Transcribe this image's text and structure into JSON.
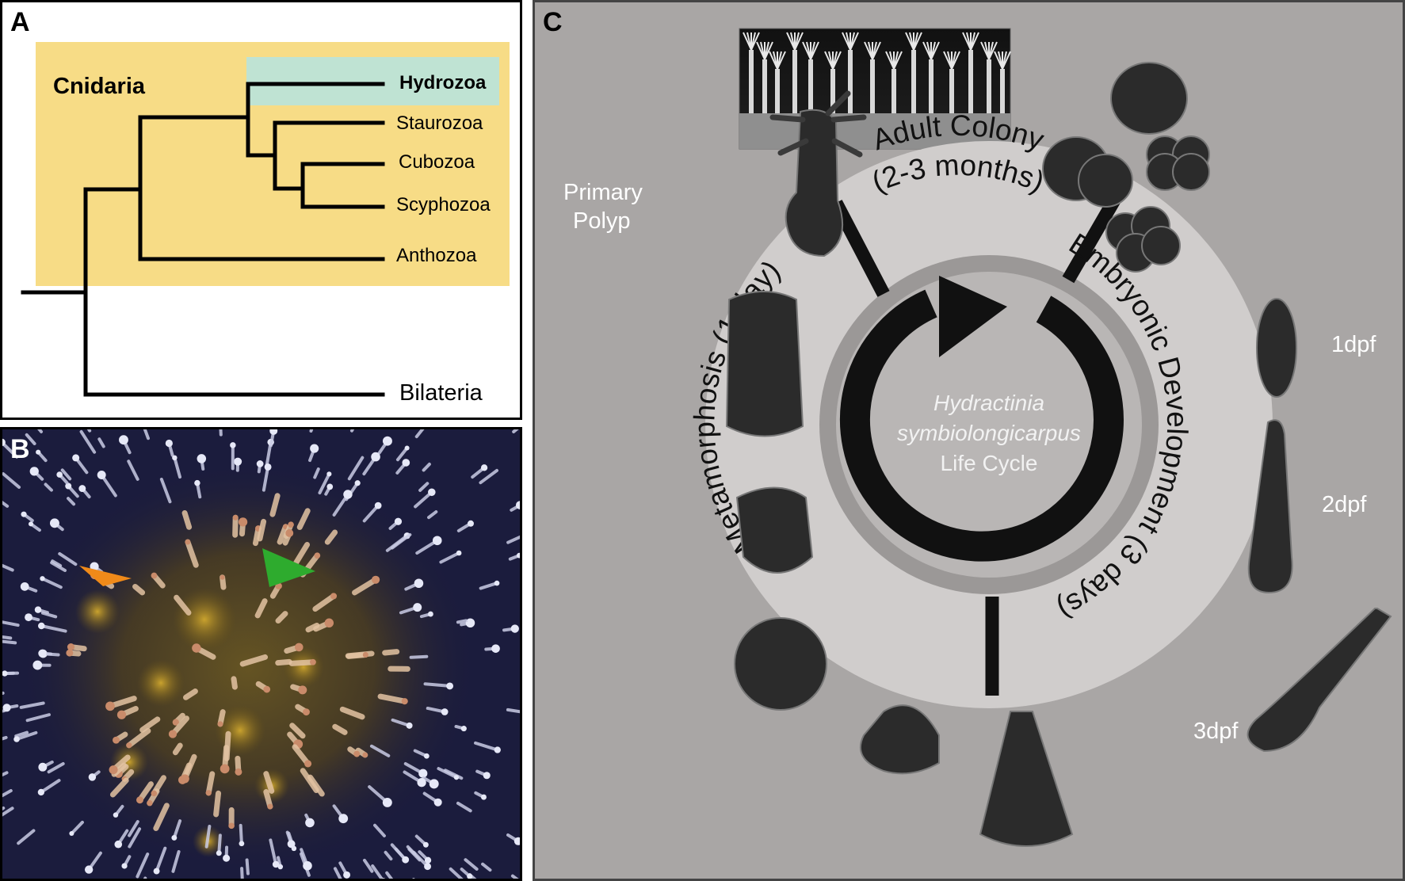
{
  "panel_a": {
    "label": "A",
    "group_label": "Cnidaria",
    "taxa": {
      "hydrozoa": "Hydrozoa",
      "staurozoa": "Staurozoa",
      "cubozoa": "Cubozoa",
      "scyphozoa": "Scyphozoa",
      "anthozoa": "Anthozoa",
      "bilateria": "Bilateria"
    },
    "colors": {
      "cnidaria_box": "#f7dc86",
      "hydrozoa_box": "#bfe3d3"
    }
  },
  "panel_b": {
    "label": "B",
    "arrow_colors": {
      "orange": "#f08a19",
      "green": "#2eab2e"
    }
  },
  "panel_c": {
    "label": "C",
    "stage_labels": {
      "primary_polyp_1": "Primary",
      "primary_polyp_2": "Polyp",
      "dpf1": "1dpf",
      "dpf2": "2dpf",
      "dpf3": "3dpf"
    },
    "center": {
      "line1": "Hydractinia",
      "line2": "symbiolongicarpus",
      "line3": "Life Cycle"
    },
    "ring": {
      "adult_line1": "Adult Colony",
      "adult_line2": "(2-3 months)",
      "embryonic": "Embryonic Development (3 days)",
      "metamorphosis": "Metamorphosis (1 day)"
    }
  }
}
